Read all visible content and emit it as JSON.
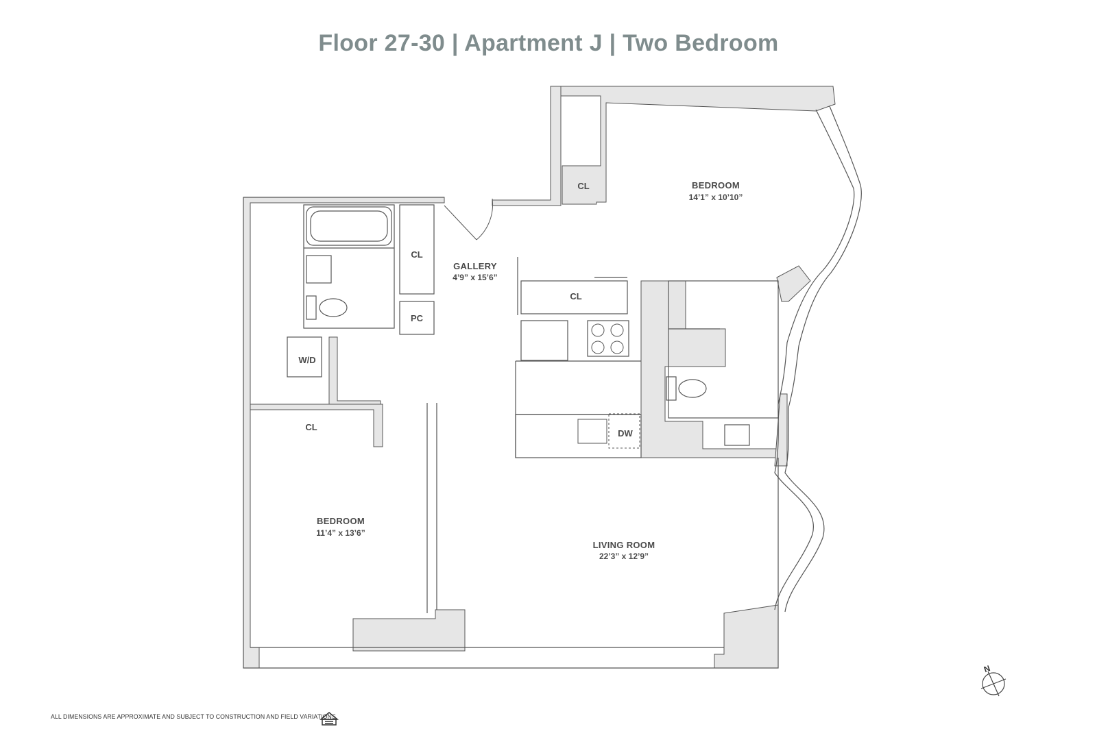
{
  "title": "Floor 27-30 | Apartment J | Two Bedroom",
  "rooms": {
    "bedroom_master": {
      "label": "BEDROOM",
      "dims": "14’1” x 10’10”"
    },
    "gallery": {
      "label": "GALLERY",
      "dims": "4’9” x 15’6”"
    },
    "bedroom_second": {
      "label": "BEDROOM",
      "dims": "11’4” x 13’6”"
    },
    "living_room": {
      "label": "LIVING ROOM",
      "dims": "22’3” x 12’9”"
    }
  },
  "fixtures": {
    "closet_top": "CL",
    "closet_gallery": "CL",
    "closet_kitchen": "CL",
    "closet_bedroom": "CL",
    "pantry": "PC",
    "washer_dryer": "W/D",
    "dishwasher": "DW"
  },
  "compass": {
    "label": "N"
  },
  "disclaimer": "ALL DIMENSIONS ARE APPROXIMATE AND SUBJECT TO CONSTRUCTION AND FIELD VARIATIONS.",
  "colors": {
    "wall_fill": "#e6e6e6",
    "line": "#555555",
    "title": "#7f8c8d"
  }
}
